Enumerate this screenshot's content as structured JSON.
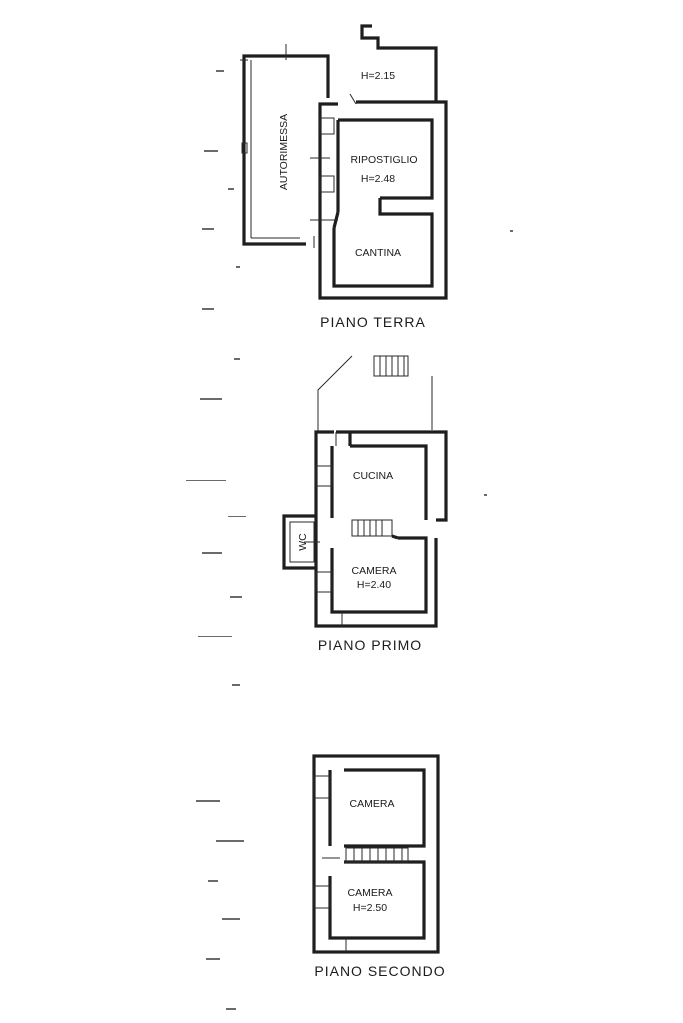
{
  "floors": [
    {
      "title": "PIANO TERRA",
      "rooms": [
        {
          "name": "AUTORIMESSA",
          "height": ""
        },
        {
          "name": "",
          "height": "H=2.15"
        },
        {
          "name": "RIPOSTIGLIO",
          "height": "H=2.48"
        },
        {
          "name": "CANTINA",
          "height": ""
        }
      ]
    },
    {
      "title": "PIANO PRIMO",
      "rooms": [
        {
          "name": "CUCINA",
          "height": ""
        },
        {
          "name": "WC",
          "height": ""
        },
        {
          "name": "CAMERA",
          "height": "H=2.40"
        }
      ]
    },
    {
      "title": "PIANO SECONDO",
      "rooms": [
        {
          "name": "CAMERA",
          "height": ""
        },
        {
          "name": "CAMERA",
          "height": "H=2.50"
        }
      ]
    }
  ]
}
